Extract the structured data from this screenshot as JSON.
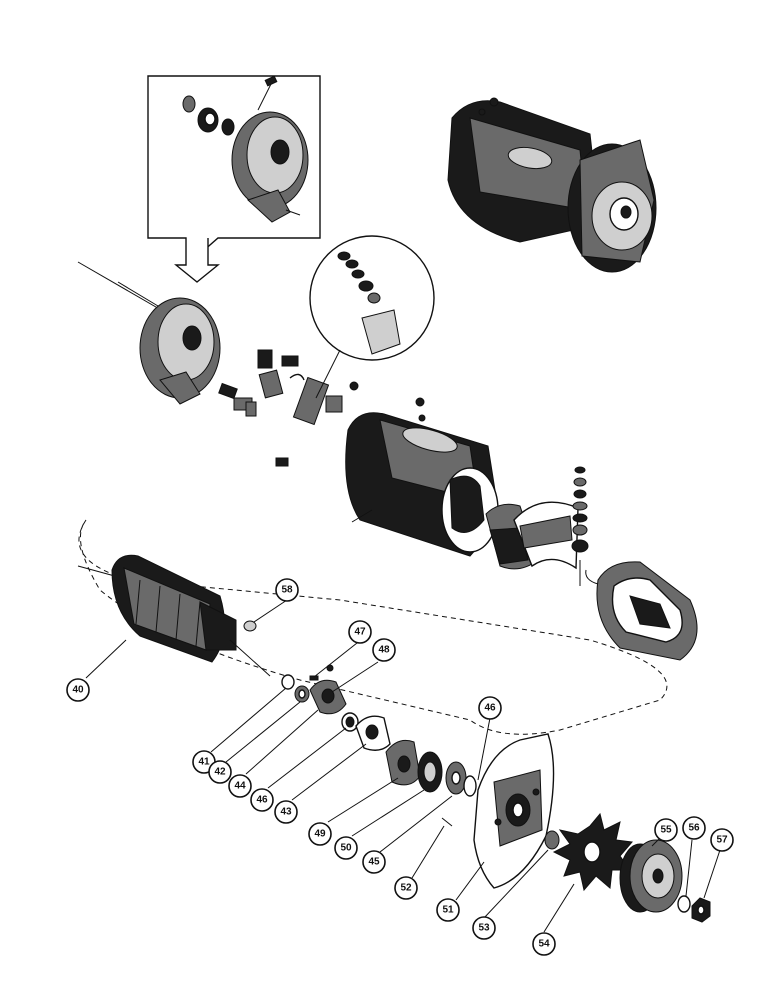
{
  "diagram": {
    "callouts": [
      {
        "id": "c40",
        "label": "40"
      },
      {
        "id": "c41",
        "label": "41"
      },
      {
        "id": "c42",
        "label": "42"
      },
      {
        "id": "c43",
        "label": "43"
      },
      {
        "id": "c44",
        "label": "44"
      },
      {
        "id": "c45",
        "label": "45"
      },
      {
        "id": "c46a",
        "label": "46"
      },
      {
        "id": "c46b",
        "label": "46"
      },
      {
        "id": "c47",
        "label": "47"
      },
      {
        "id": "c48",
        "label": "48"
      },
      {
        "id": "c49",
        "label": "49"
      },
      {
        "id": "c50",
        "label": "50"
      },
      {
        "id": "c51",
        "label": "51"
      },
      {
        "id": "c52",
        "label": "52"
      },
      {
        "id": "c53",
        "label": "53"
      },
      {
        "id": "c54",
        "label": "54"
      },
      {
        "id": "c55",
        "label": "55"
      },
      {
        "id": "c56",
        "label": "56"
      },
      {
        "id": "c57",
        "label": "57"
      },
      {
        "id": "c58",
        "label": "58"
      }
    ]
  }
}
